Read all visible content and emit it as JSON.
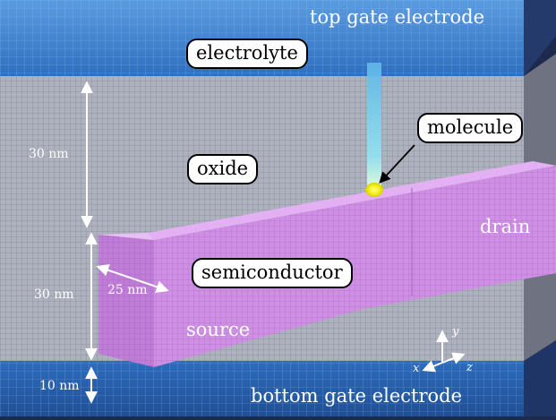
{
  "labels": {
    "top_gate": "top gate electrode",
    "electrolyte": "electrolyte",
    "molecule": "molecule",
    "oxide": "oxide",
    "drain": "drain",
    "semiconductor": "semiconductor",
    "source": "source",
    "bottom_gate": "bottom gate electrode"
  },
  "dimensions": {
    "oxide_thickness": "30 nm",
    "semiconductor_thickness": "30 nm",
    "semiconductor_width": "25 nm",
    "bottom_layer_thickness": "10 nm"
  },
  "axes": {
    "x": "x",
    "y": "y",
    "z": "z"
  },
  "colors": {
    "background": "#1d2a4e",
    "electrode": "#3c7fcc",
    "oxide": "#aeb2bf",
    "semiconductor": "#cf8fe4",
    "molecule": "#f0f020",
    "channel": "#7fd8ee"
  }
}
